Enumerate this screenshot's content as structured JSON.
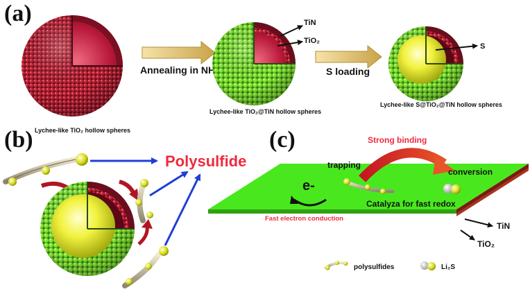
{
  "panel_a": {
    "label": "(a)",
    "captions": [
      "Lychee-like TiO₂ hollow spheres",
      "Lychee-like TiO₂@TiN hollow spheres",
      "Lychee-like S@TiO₂@TiN hollow spheres"
    ],
    "step1": "Annealing in NH₃",
    "step2": "S loading",
    "callout_tin": "TiN",
    "callout_tio2": "TiO₂",
    "callout_s": "S"
  },
  "panel_b": {
    "label": "(b)",
    "polysulfide": "Polysulfide"
  },
  "panel_c": {
    "label": "(c)",
    "strong_binding": "Strong binding",
    "trapping": "trapping",
    "conversion": "conversion",
    "electron": "e-",
    "fast_electron": "Fast electron conduction",
    "catalyze": "Catalyza for fast redox",
    "layer_tin": "TiN",
    "layer_tio2": "TiO₂",
    "legend_polysulfides": "polysulfides",
    "legend_li2s": "Li₂S"
  },
  "colors": {
    "green": "#7ee02a",
    "red_shell": "#c8203a",
    "sulfur": "#e6e83a",
    "arrow_orange": "#f5c45a",
    "blue_arrow": "#1f3fd6",
    "label_red": "#ef2a3e"
  }
}
